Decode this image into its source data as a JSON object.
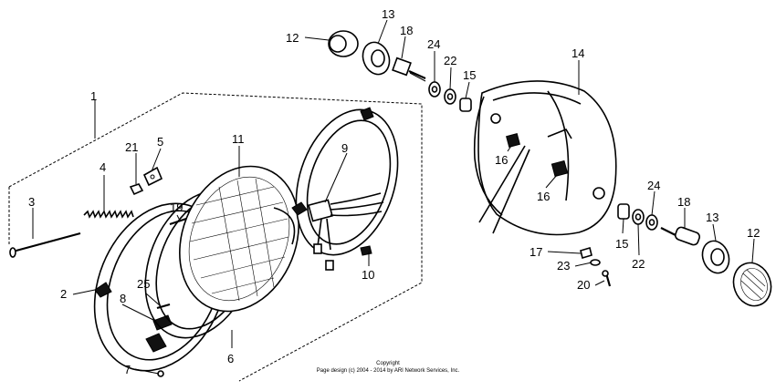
{
  "copyright": {
    "line1": "Copyright",
    "line2": "Page design (c) 2004 - 2014 by ARI Network Services, Inc."
  },
  "callouts": [
    {
      "label": "1"
    },
    {
      "label": "2"
    },
    {
      "label": "3"
    },
    {
      "label": "4"
    },
    {
      "label": "5"
    },
    {
      "label": "6"
    },
    {
      "label": "7"
    },
    {
      "label": "8"
    },
    {
      "label": "9"
    },
    {
      "label": "10"
    },
    {
      "label": "11"
    },
    {
      "label": "12"
    },
    {
      "label": "13"
    },
    {
      "label": "18"
    },
    {
      "label": "24"
    },
    {
      "label": "22"
    },
    {
      "label": "15"
    },
    {
      "label": "14"
    },
    {
      "label": "16"
    },
    {
      "label": "16"
    },
    {
      "label": "21"
    },
    {
      "label": "19"
    },
    {
      "label": "25"
    },
    {
      "label": "17"
    },
    {
      "label": "23"
    },
    {
      "label": "20"
    },
    {
      "label": "15"
    },
    {
      "label": "22"
    },
    {
      "label": "24"
    },
    {
      "label": "18"
    },
    {
      "label": "13"
    },
    {
      "label": "12"
    }
  ]
}
